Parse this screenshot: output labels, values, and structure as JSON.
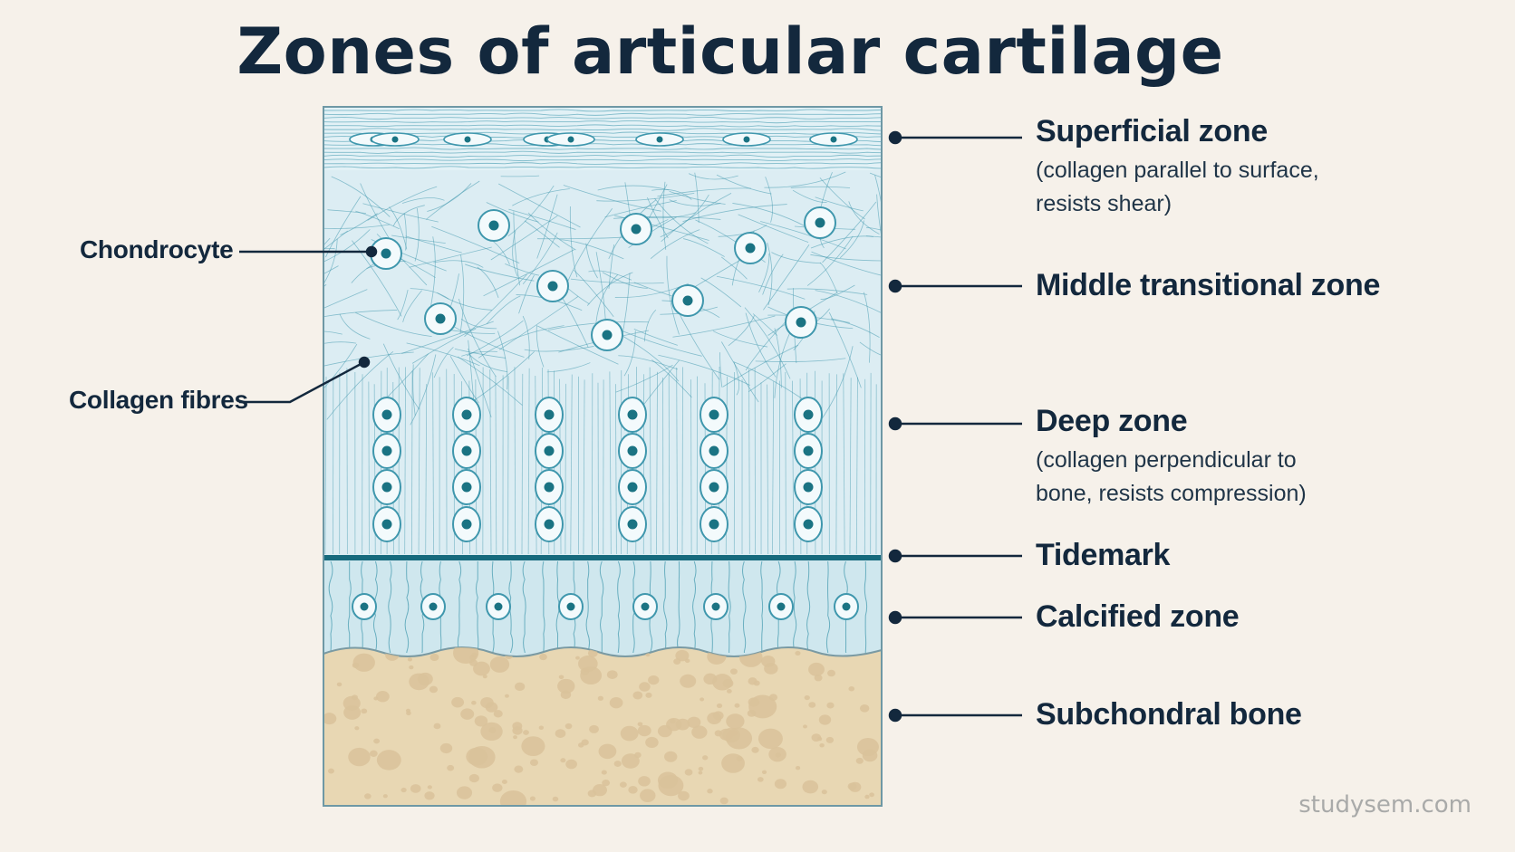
{
  "title": "Zones of articular cartilage",
  "labels": {
    "superficial": {
      "name": "Superficial zone",
      "desc_line1": "(collagen parallel to surface,",
      "desc_line2": "resists shear)"
    },
    "middle": {
      "name": "Middle transitional zone"
    },
    "deep": {
      "name": "Deep zone",
      "desc_line1": "(collagen perpendicular to",
      "desc_line2": "bone, resists compression)"
    },
    "tidemark": {
      "name": "Tidemark"
    },
    "calcified": {
      "name": "Calcified zone"
    },
    "bone": {
      "name": "Subchondral bone"
    },
    "chondrocyte": "Chondrocyte",
    "collagen": "Collagen fibres"
  },
  "watermark": "studysem.com",
  "colors": {
    "background": "#f6f1ea",
    "cartilage": "#dcedf3",
    "calcified": "#cfe7ee",
    "fibre": "#3f97ad",
    "nucleus": "#1a7383",
    "tidemark": "#166a7d",
    "bone": "#e8d7b3",
    "bone_pore": "#d9c29a",
    "label": "#13283d"
  }
}
